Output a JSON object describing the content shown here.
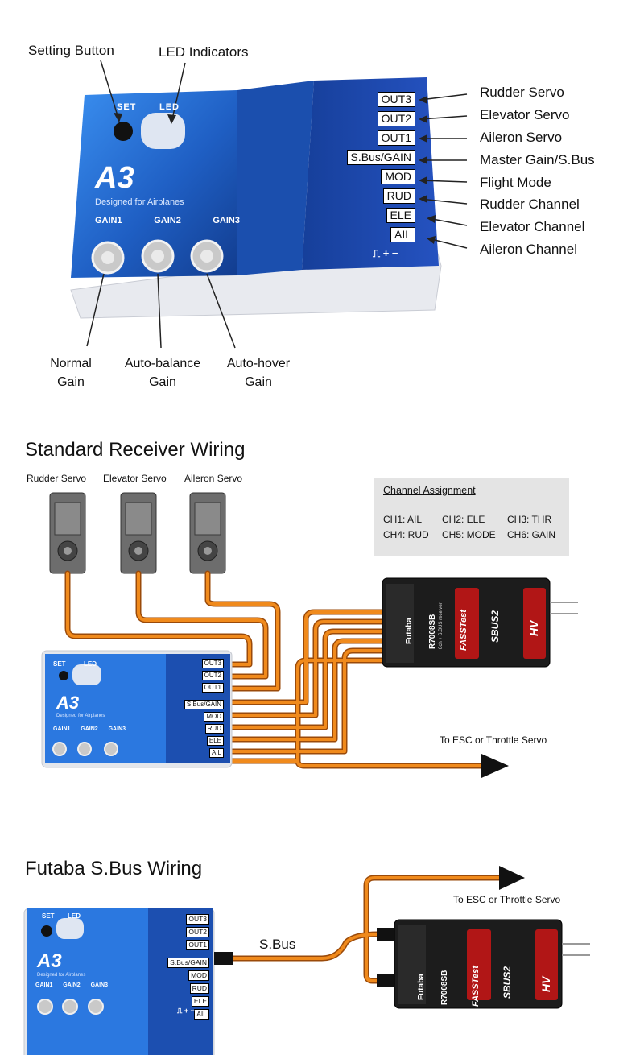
{
  "top": {
    "callouts_top": {
      "setting_button": "Setting Button",
      "led_indicators": "LED Indicators"
    },
    "callouts_right": [
      "Rudder Servo",
      "Elevator Servo",
      "Aileron Servo",
      "Master Gain/S.Bus",
      "Flight Mode",
      "Rudder Channel",
      "Elevator Channel",
      "Aileron Channel"
    ],
    "gain_labels": [
      {
        "line1": "Normal",
        "line2": "Gain"
      },
      {
        "line1": "Auto-balance",
        "line2": "Gain"
      },
      {
        "line1": "Auto-hover",
        "line2": "Gain"
      }
    ]
  },
  "device": {
    "brand": "A3",
    "tagline": "Designed for Airplanes",
    "set": "SET",
    "led": "LED",
    "gains": [
      "GAIN1",
      "GAIN2",
      "GAIN3"
    ],
    "ports": [
      "OUT3",
      "OUT2",
      "OUT1",
      "S.Bus/GAIN",
      "MOD",
      "RUD",
      "ELE",
      "AIL"
    ],
    "polarity": "⎍ + −",
    "colors": {
      "blue": "#1f5fc4",
      "blue_dark": "#123c8e"
    }
  },
  "standard": {
    "title": "Standard Receiver Wiring",
    "servos": [
      "Rudder Servo",
      "Elevator Servo",
      "Aileron Servo"
    ],
    "assignment": {
      "title": "Channel Assignment",
      "rows": [
        [
          "CH1: AIL",
          "CH2: ELE",
          "CH3: THR"
        ],
        [
          "CH4: RUD",
          "CH5: MODE",
          "CH6: GAIN"
        ]
      ]
    },
    "esc_label": "To ESC or Throttle Servo"
  },
  "receiver": {
    "brand": "Futaba",
    "model": "R7008SB",
    "sub": "8ch + S.BUS receiver",
    "fasst": "FASSTest",
    "sbus2": "SBUS2",
    "hv": "HV",
    "colors": {
      "wire_orange": "#f08a1c",
      "wire_outline": "#9a4a0a"
    }
  },
  "sbus": {
    "title": "Futaba S.Bus Wiring",
    "wire_label": "S.Bus",
    "esc_label": "To ESC or Throttle Servo"
  }
}
